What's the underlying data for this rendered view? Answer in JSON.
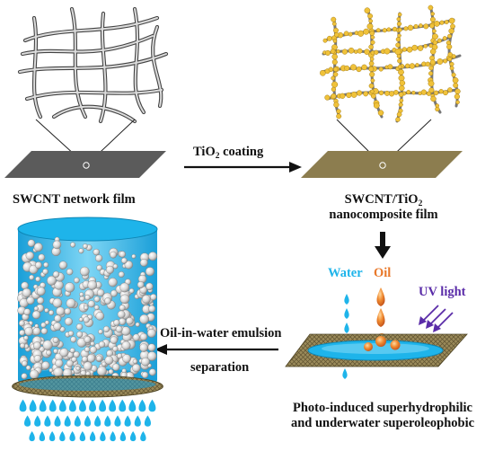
{
  "labels": {
    "swcnt_film": "SWCNT network film",
    "tio2_coating": "TiO",
    "tio2_coating_sub": "2",
    "tio2_coating_rest": " coating",
    "composite_line1": "SWCNT/TiO",
    "composite_line1_sub": "2",
    "composite_line2": "nanocomposite film",
    "water": "Water",
    "oil": "Oil",
    "uv_light": "UV light",
    "emulsion": "Oil-in-water emulsion",
    "separation": "separation",
    "photo_line1": "Photo-induced superhydrophilic",
    "photo_line2": "and underwater superoleophobic"
  },
  "colors": {
    "water": "#1eb4ea",
    "oil": "#e8782a",
    "uv": "#5a2ca8",
    "tio2_particle": "#f0c23a",
    "gray_film": "#5b5b5b",
    "tan_film": "#8c7d4f"
  }
}
